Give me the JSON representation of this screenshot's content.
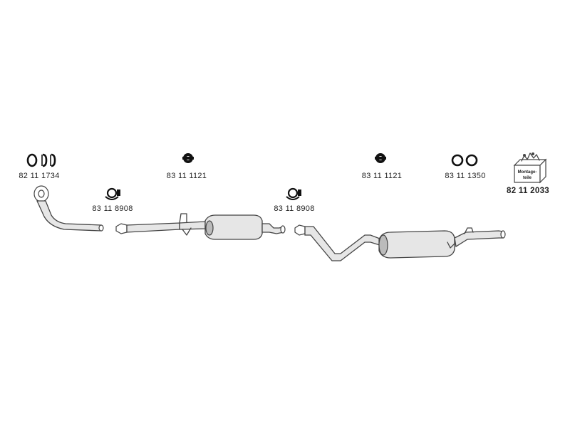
{
  "parts": [
    {
      "id": "gasket",
      "icon": "gasket-rings-icon",
      "part_number": "82 11 1734"
    },
    {
      "id": "clamp-1",
      "icon": "pipe-clamp-icon",
      "part_number": "83 11 8908"
    },
    {
      "id": "hanger-1",
      "icon": "rubber-hanger-icon",
      "part_number": "83 11 1121"
    },
    {
      "id": "clamp-2",
      "icon": "pipe-clamp-icon",
      "part_number": "83 11 8908"
    },
    {
      "id": "hanger-2",
      "icon": "rubber-hanger-icon",
      "part_number": "83 11 1121"
    },
    {
      "id": "rings",
      "icon": "rubber-ring-icon",
      "part_number": "83 11 1350"
    },
    {
      "id": "mounting-kit",
      "icon": "mounting-kit-box-icon",
      "part_number": "82 11 2033",
      "box_text": [
        "Montage-",
        "teile"
      ]
    }
  ],
  "colors": {
    "line": "#444444",
    "fill": "#e6e6e6",
    "text": "#222222"
  }
}
